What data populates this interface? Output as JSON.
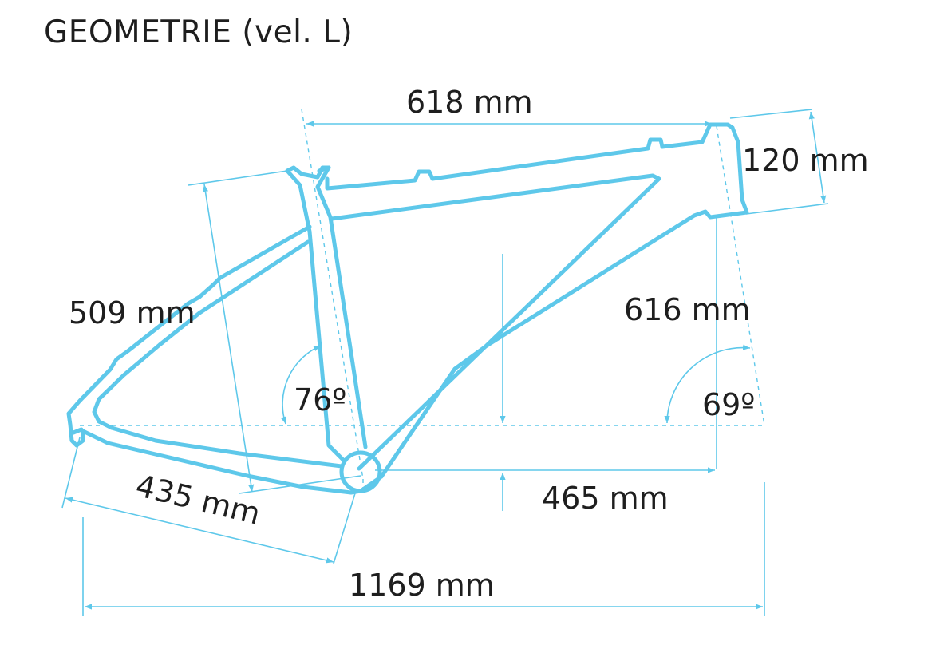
{
  "title": "GEOMETRIE (vel. L)",
  "colors": {
    "frame": "#5ec8ea",
    "text": "#1e1e1e",
    "background": "#ffffff"
  },
  "dimensions": {
    "top_tube": "618 mm",
    "head_tube": "120 mm",
    "seat_tube": "509 mm",
    "stack": "616 mm",
    "seat_angle": "76º",
    "head_angle": "69º",
    "chainstay": "435 mm",
    "reach": "465 mm",
    "wheelbase": "1169 mm"
  }
}
